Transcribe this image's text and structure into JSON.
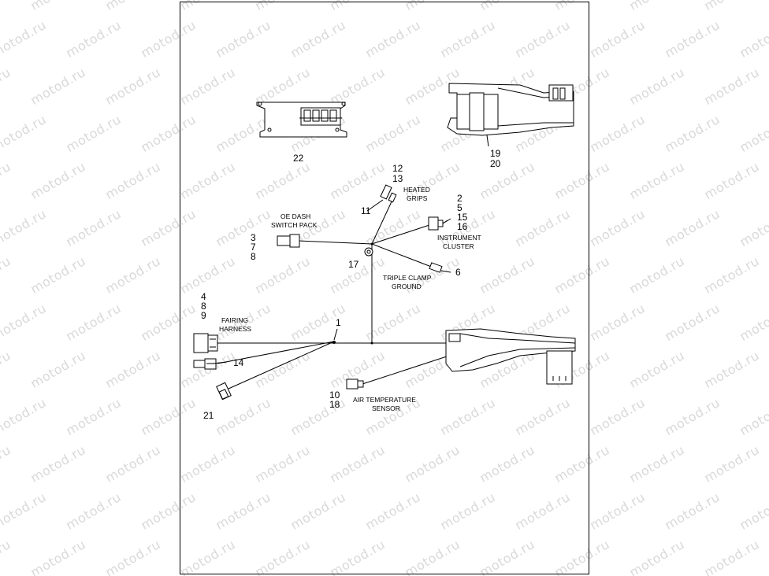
{
  "watermark": {
    "text": "motod.ru",
    "color": "#d9d9d9"
  },
  "callouts": {
    "c22": "22",
    "c19": "19",
    "c20": "20",
    "c12": "12",
    "c13": "13",
    "c11": "11",
    "c2": "2",
    "c5": "5",
    "c15": "15",
    "c16": "16",
    "c3": "3",
    "c7": "7",
    "c8": "8",
    "c17": "17",
    "c6": "6",
    "c4": "4",
    "c8b": "8",
    "c9": "9",
    "c1": "1",
    "c14": "14",
    "c10": "10",
    "c18": "18",
    "c21": "21"
  },
  "labels": {
    "heated_grips_1": "HEATED",
    "heated_grips_2": "GRIPS",
    "oe_dash_1": "OE DASH",
    "oe_dash_2": "SWITCH PACK",
    "instrument_1": "INSTRUMENT",
    "instrument_2": "CLUSTER",
    "triple_clamp_1": "TRIPLE CLAMP",
    "triple_clamp_2": "GROUND",
    "fairing_1": "FAIRING",
    "fairing_2": "HARNESS",
    "air_temp_1": "AIR TEMPERATURE",
    "air_temp_2": "SENSOR"
  }
}
